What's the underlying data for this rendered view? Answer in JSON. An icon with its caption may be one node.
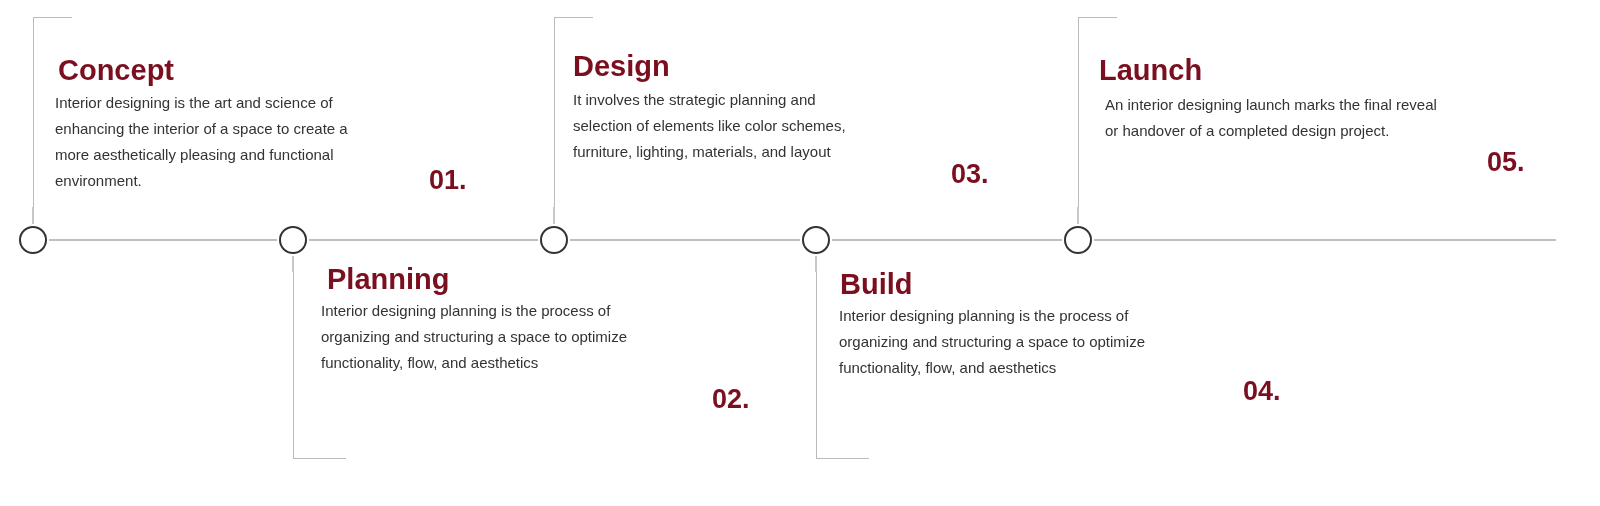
{
  "diagram": {
    "nodes": [
      {
        "text": [],
        "shape": "circle"
      },
      {
        "text": [],
        "shape": "circle"
      },
      {
        "text": [],
        "shape": "circle"
      },
      {
        "text": [],
        "shape": "circle"
      },
      {
        "text": [],
        "shape": "circle"
      },
      {
        "text": [
          "Concept",
          "Interior designing is the art and science of enhancing the interior of a space to create a more aesthetically pleasing and functional environment.",
          "01."
        ]
      },
      {
        "text": [
          "Planning",
          "Interior designing planning is the process of organizing and structuring a space to optimize functionality, flow, and aesthetics",
          "02."
        ]
      },
      {
        "text": [
          "Design",
          "It involves the strategic planning and selection of elements like color schemes, furniture, lighting, materials, and layout",
          "03."
        ]
      },
      {
        "text": [
          "Build",
          "Interior designing planning is the process of organizing and structuring a space to optimize functionality, flow, and aesthetics",
          "04."
        ]
      },
      {
        "text": [
          "Launch",
          "An interior designing launch marks the final reveal or handover of a completed design project.",
          "05."
        ]
      }
    ],
    "edges": [
      {
        "from": 0,
        "to": 1,
        "arrow": "none"
      },
      {
        "from": 1,
        "to": 2,
        "arrow": "none"
      },
      {
        "from": 2,
        "to": 3,
        "arrow": "none"
      },
      {
        "from": 3,
        "to": 4,
        "arrow": "none"
      },
      {
        "from": 4,
        "to": null,
        "arrow": "none"
      },
      {
        "from": 5,
        "to": 0,
        "arrow": "none"
      },
      {
        "from": 6,
        "to": 1,
        "arrow": "none"
      },
      {
        "from": 7,
        "to": 2,
        "arrow": "none"
      },
      {
        "from": 8,
        "to": 3,
        "arrow": "none"
      },
      {
        "from": 9,
        "to": 4,
        "arrow": "none"
      }
    ]
  }
}
